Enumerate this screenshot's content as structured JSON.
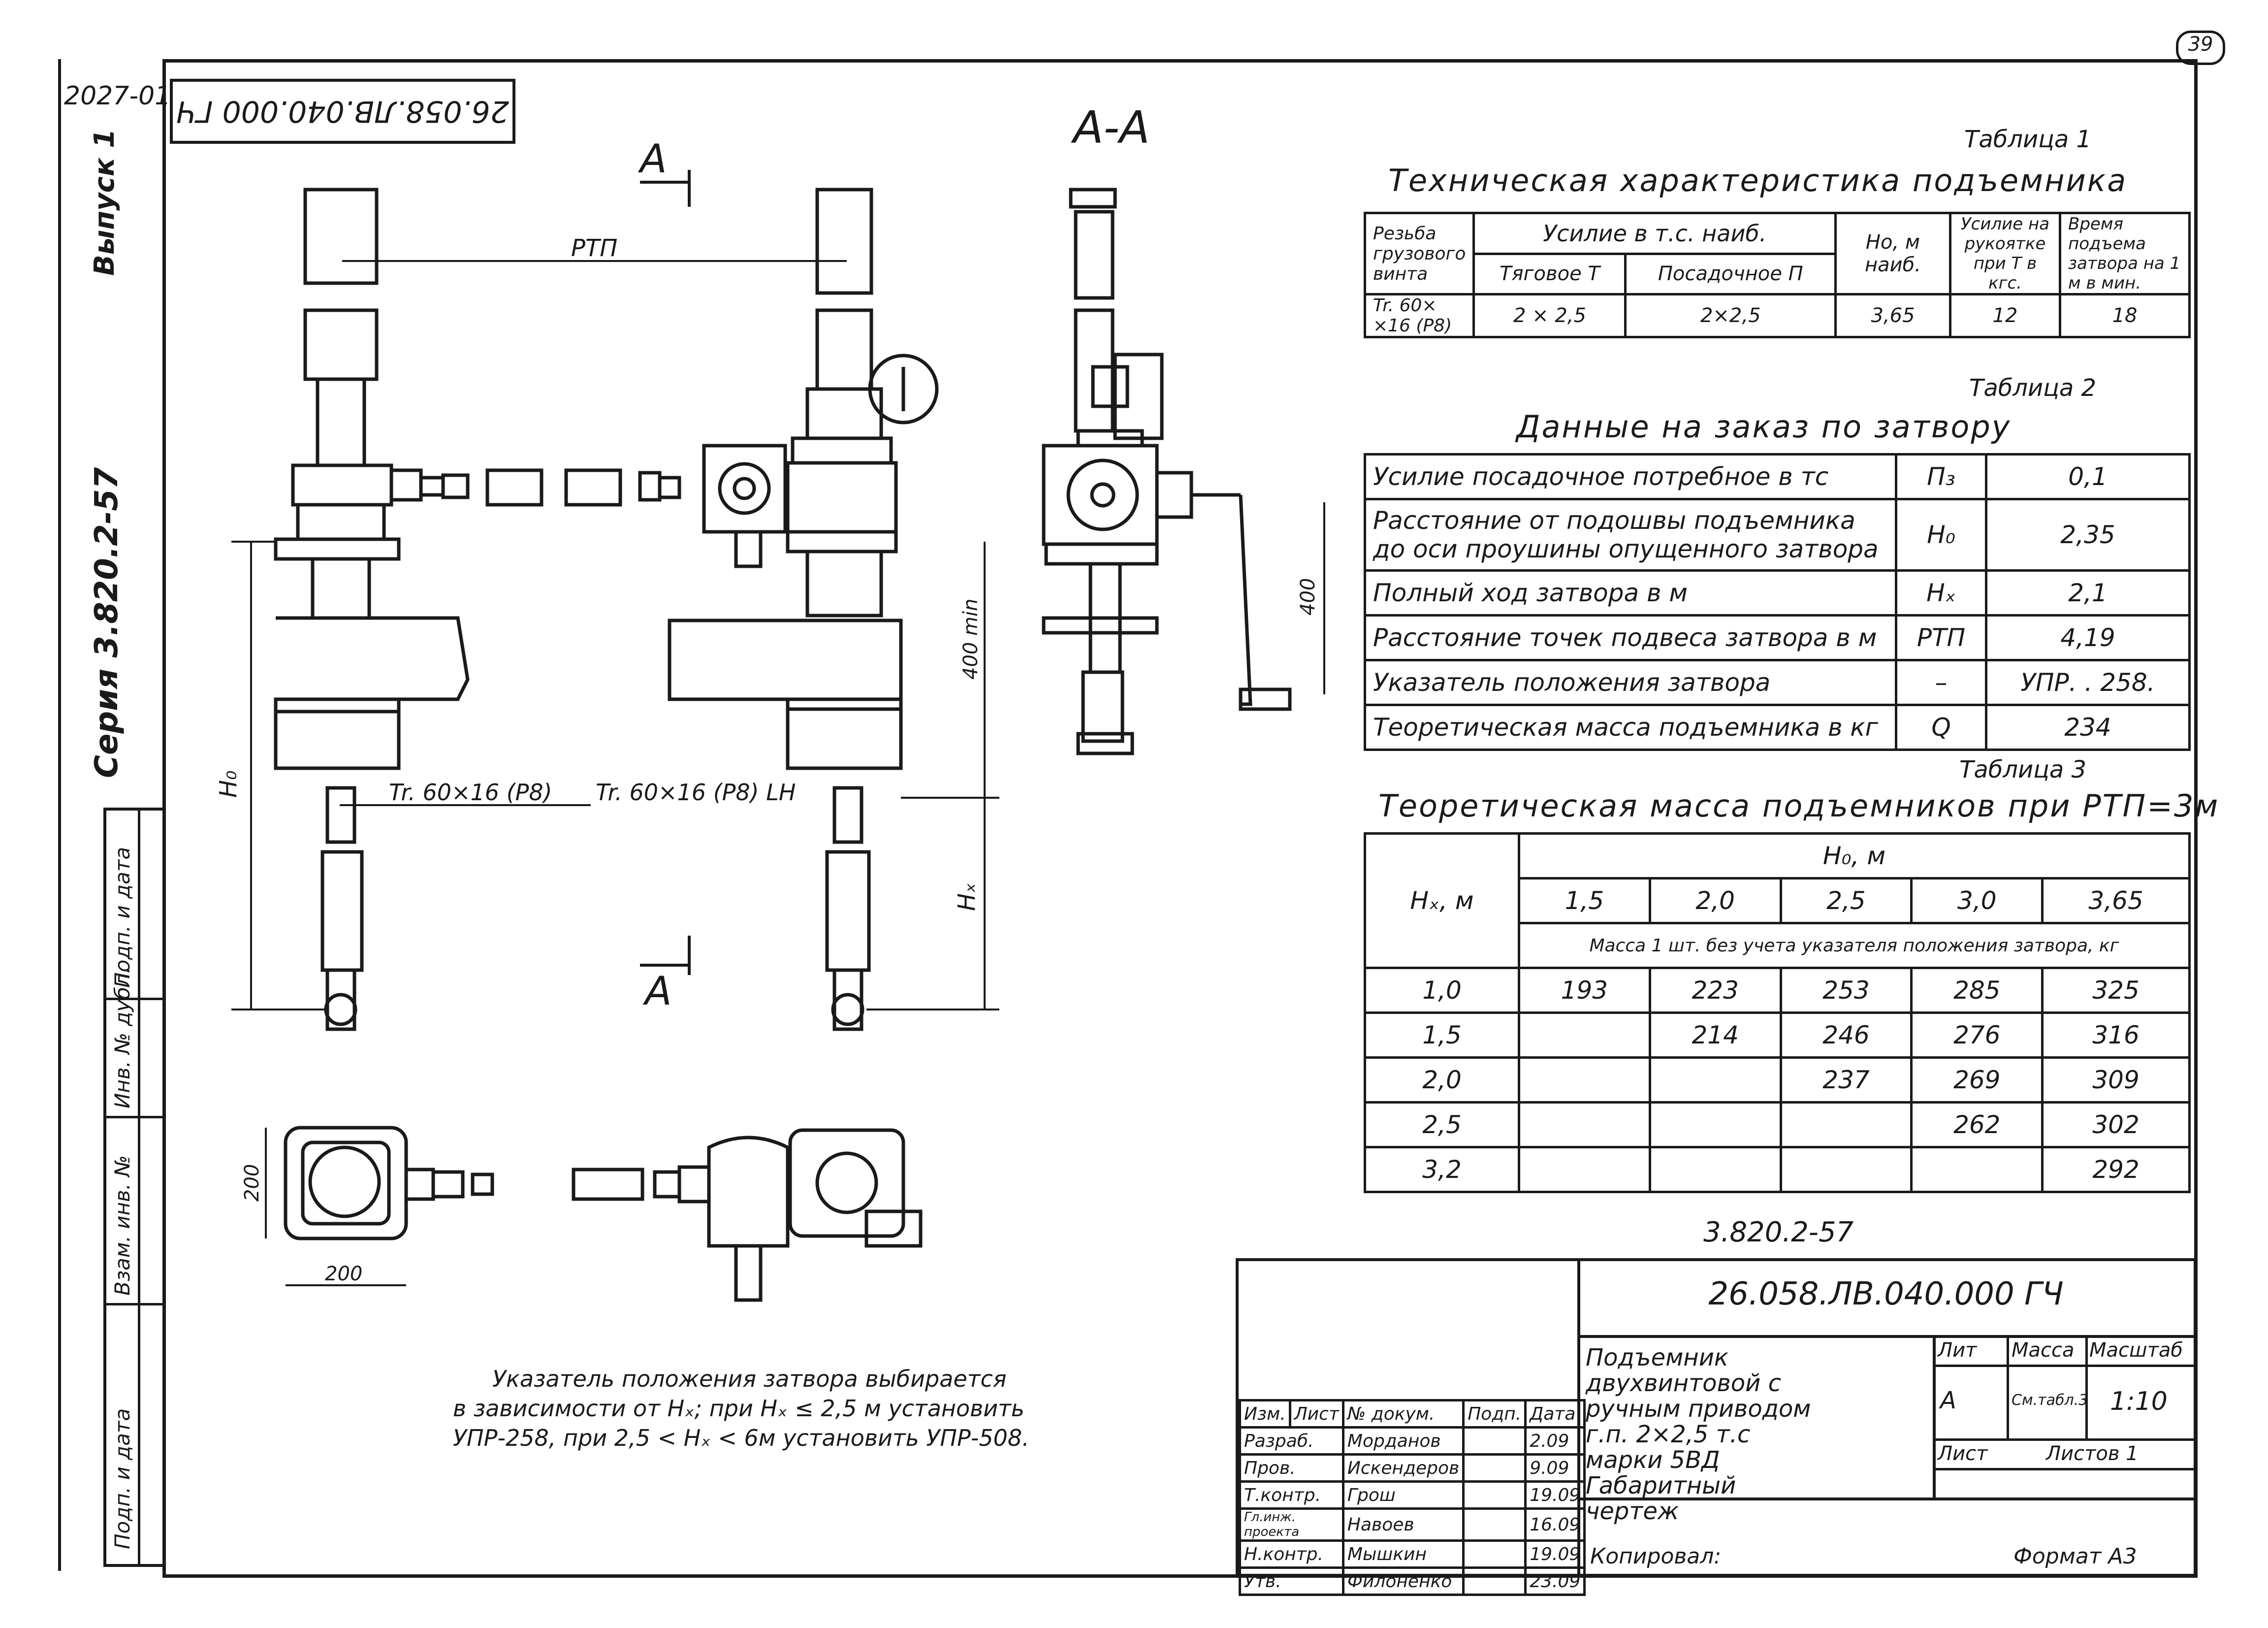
{
  "sheet": {
    "corner_number": "39",
    "code_left": "2027-01",
    "stamp_code": "26.058.ЛВ.040.000 ГЧ",
    "side_issue": "Выпуск 1",
    "side_series": "Серия 3.820.2-57",
    "side_boxes": [
      "Подп. и дата",
      "Инв. № дубл.",
      "Взам. инв. №",
      "Подп. и дата"
    ]
  },
  "drawing": {
    "section_label": "А",
    "section_view_title": "А-А",
    "rtp": "РТП",
    "h0": "Н₀",
    "hx": "Нₓ",
    "thread_left": "Tr. 60×16 (P8)",
    "thread_right": "Tr. 60×16 (P8) LH",
    "dim_400min": "400 min",
    "dim_400": "400",
    "dim_200_v": "200",
    "dim_200_h": "200"
  },
  "note": {
    "line1": "Указатель положения затвора выбирается",
    "line2": "в зависимости от Нₓ; при Нₓ ≤ 2,5 м установить",
    "line3": "УПР-258, при 2,5 < Нₓ < 6м установить УПР-508."
  },
  "table1": {
    "caption": "Таблица 1",
    "title": "Техническая характеристика подъемника",
    "h_thread": "Резьба грузового винта",
    "h_force": "Усилие в т.с. наиб.",
    "h_pull": "Тяговое Т",
    "h_seat": "Посадочное П",
    "h_h0": "Но, м наиб.",
    "h_handle": "Усилие на рукоятке при Т в кгс.",
    "h_time": "Время подъема затвора на 1 м в мин.",
    "row": [
      "Tr. 60× ×16 (P8)",
      "2 × 2,5",
      "2×2,5",
      "3,65",
      "12",
      "18"
    ]
  },
  "table2": {
    "caption": "Таблица 2",
    "title": "Данные на заказ по затвору",
    "rows": [
      [
        "Усилие посадочное потребное в тс",
        "П₃",
        "0,1"
      ],
      [
        "Расстояние от подошвы подъемника до оси проушины опущенного затвора",
        "Н₀",
        "2,35"
      ],
      [
        "Полный ход затвора в м",
        "Нₓ",
        "2,1"
      ],
      [
        "Расстояние точек подвеса затвора в м",
        "РТП",
        "4,19"
      ],
      [
        "Указатель положения затвора",
        "–",
        "УПР. . 258."
      ],
      [
        "Теоретическая масса подъемника в кг",
        "Q",
        "234"
      ]
    ]
  },
  "table3": {
    "caption": "Таблица 3",
    "title": "Теоретическая масса подъемников при РТП=3м",
    "h_hx": "Нₓ, м",
    "h_h0": "Н₀, м",
    "cols": [
      "1,5",
      "2,0",
      "2,5",
      "3,0",
      "3,65"
    ],
    "subheader": "Масса 1 шт. без учета указателя положения затвора, кг",
    "rows": [
      [
        "1,0",
        "193",
        "223",
        "253",
        "285",
        "325"
      ],
      [
        "1,5",
        "",
        "214",
        "246",
        "276",
        "316"
      ],
      [
        "2,0",
        "",
        "",
        "237",
        "269",
        "309"
      ],
      [
        "2,5",
        "",
        "",
        "",
        "262",
        "302"
      ],
      [
        "3,2",
        "",
        "",
        "",
        "",
        "292"
      ]
    ]
  },
  "title_block": {
    "series": "3.820.2-57",
    "doc_code": "26.058.ЛВ.040.000 ГЧ",
    "name": "Подъемник двухвинтовой с ручным приводом г.п. 2×2,5 т.с марки 5ВД Габаритный чертеж",
    "h_lit": "Лит",
    "h_mass": "Масса",
    "h_scale": "Масштаб",
    "lit_val": "А",
    "mass_val": "См.табл.3",
    "scale_val": "1:10",
    "sheet": "Лист",
    "sheets": "Листов 1",
    "heads": [
      "Изм.",
      "Лист",
      "№ докум.",
      "Подп.",
      "Дата"
    ],
    "people": [
      [
        "Разраб.",
        "Морданов",
        "2.09"
      ],
      [
        "Пров.",
        "Искендеров",
        "9.09"
      ],
      [
        "Т.контр.",
        "Грош",
        "19.09"
      ],
      [
        "Гл.инж. проекта",
        "Навоев",
        "16.09"
      ],
      [
        "Н.контр.",
        "Мышкин",
        "19.09"
      ],
      [
        "Утв.",
        "Филоненко",
        "23.09"
      ]
    ],
    "copied": "Копировал:",
    "format": "Формат А3"
  }
}
